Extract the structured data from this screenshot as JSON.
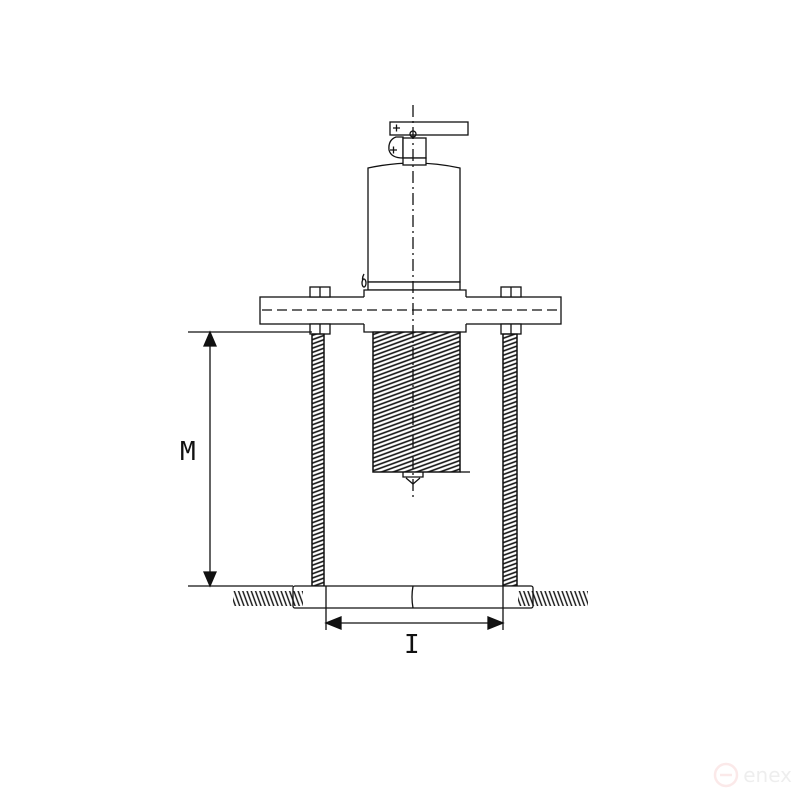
{
  "dimensions": {
    "vertical_label": "M",
    "horizontal_label": "I"
  },
  "watermark": {
    "text": "enex",
    "icon": "enex-logo-icon",
    "color": "#e05050"
  },
  "colors": {
    "line": "#111111",
    "background": "#ffffff"
  }
}
